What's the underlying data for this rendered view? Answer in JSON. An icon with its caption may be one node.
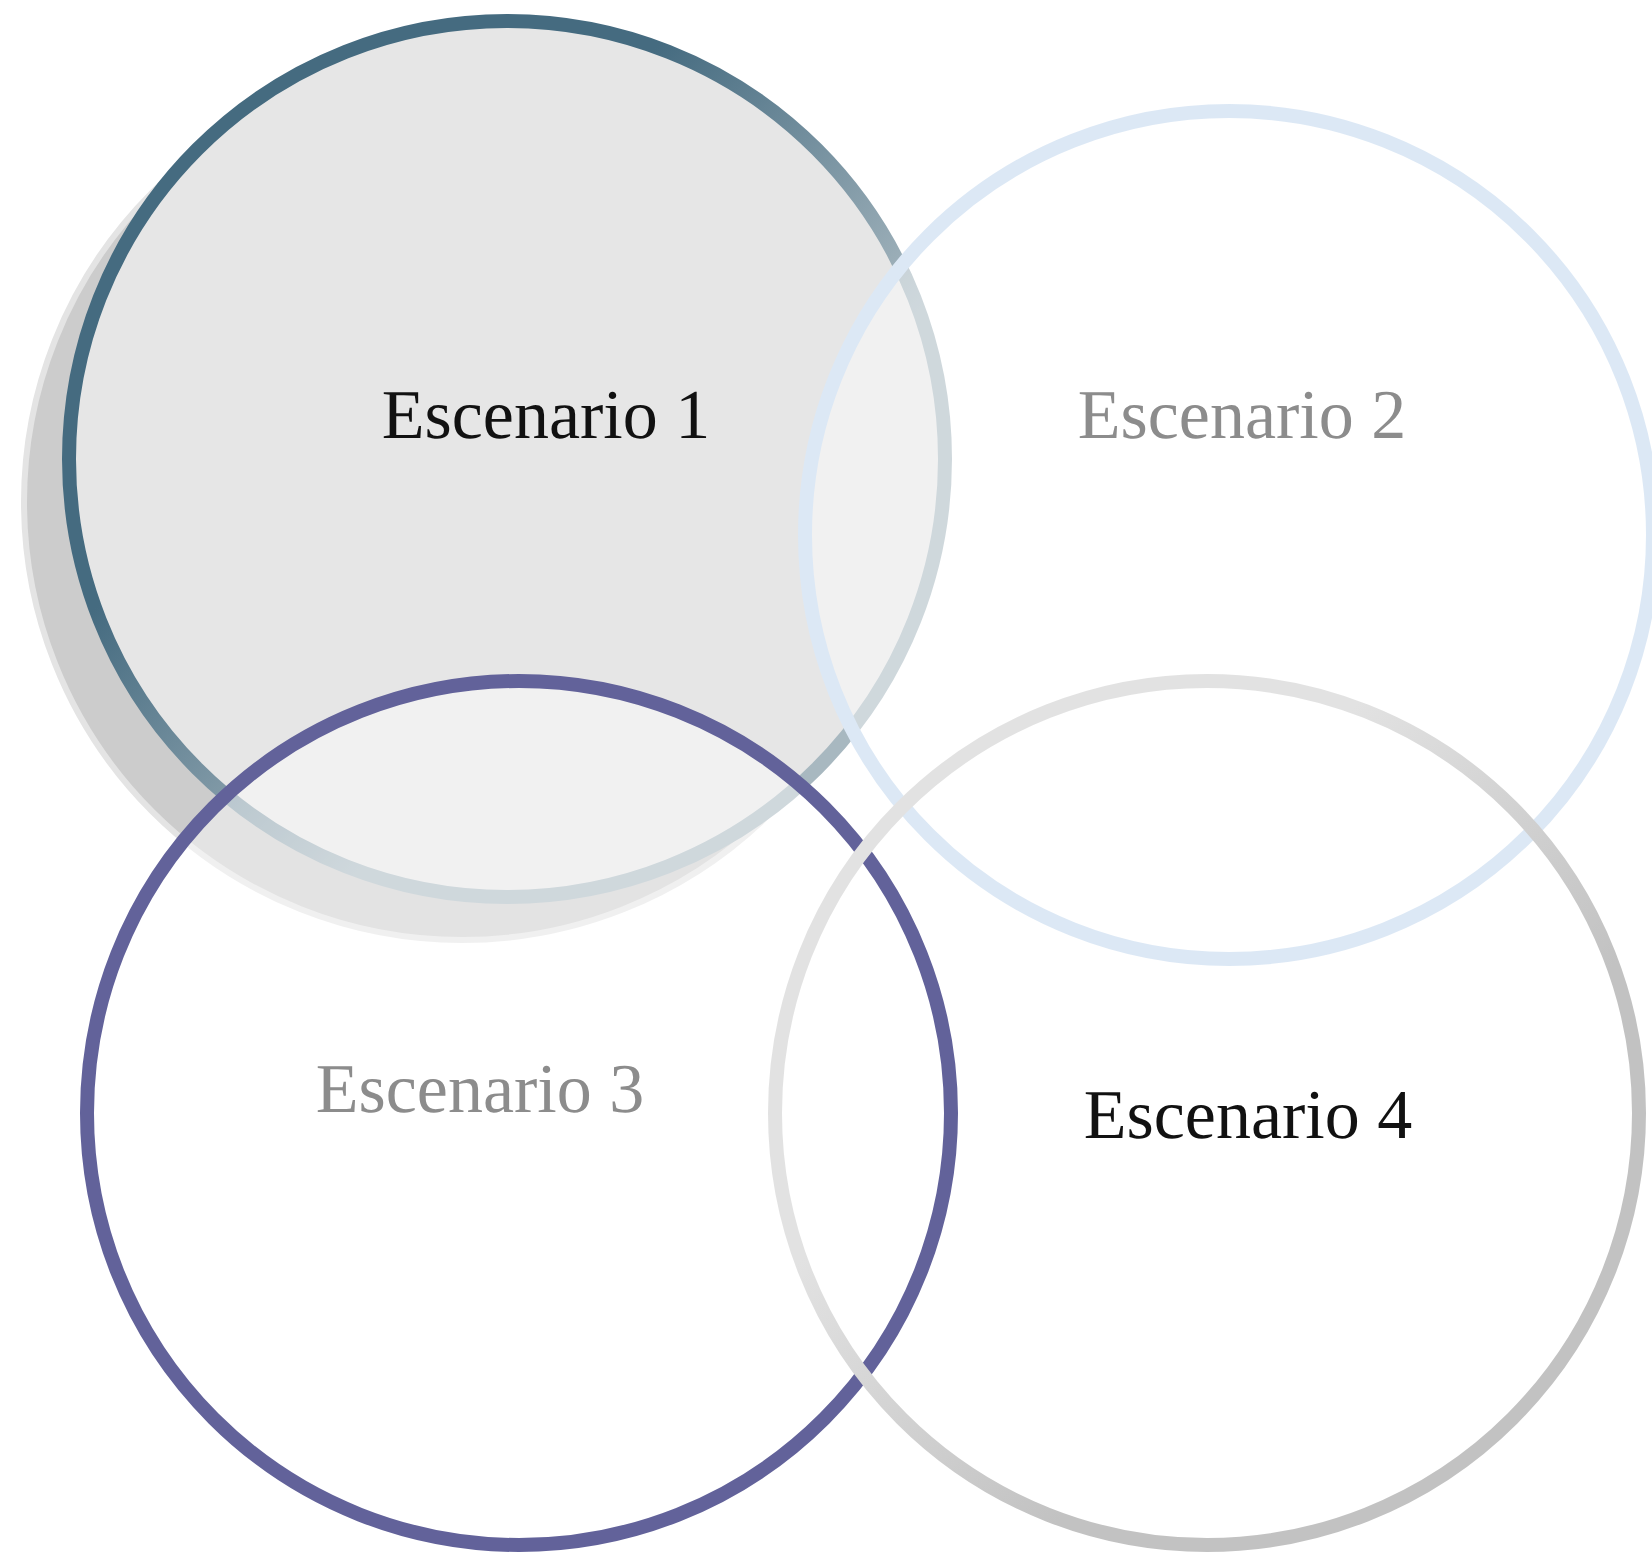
{
  "diagram": {
    "nodes": [
      {
        "text": [
          "Escenario 1"
        ]
      },
      {
        "text": [
          "Escenario 2"
        ]
      },
      {
        "text": [
          "Escenario 3"
        ]
      },
      {
        "text": [
          "Escenario 4"
        ]
      }
    ]
  }
}
